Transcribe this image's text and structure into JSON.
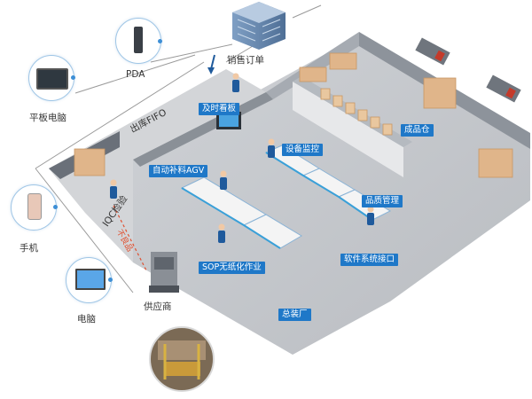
{
  "devices": {
    "pda": "PDA",
    "tablet": "平板电脑",
    "phone": "手机",
    "computer": "电脑"
  },
  "areas": {
    "sales_order": "销售订单",
    "outbound_fifo": "出库FIFO",
    "iqc": "IQC检验",
    "defective": "不良品",
    "supplier": "供应商"
  },
  "tags": {
    "kanban": "及时看板",
    "agv": "自动补料AGV",
    "equipment": "设备监控",
    "finished": "成品仓",
    "quality": "品质管理",
    "sop": "SOP无纸化作业",
    "software": "软件系统接口",
    "assembly": "总装厂"
  }
}
